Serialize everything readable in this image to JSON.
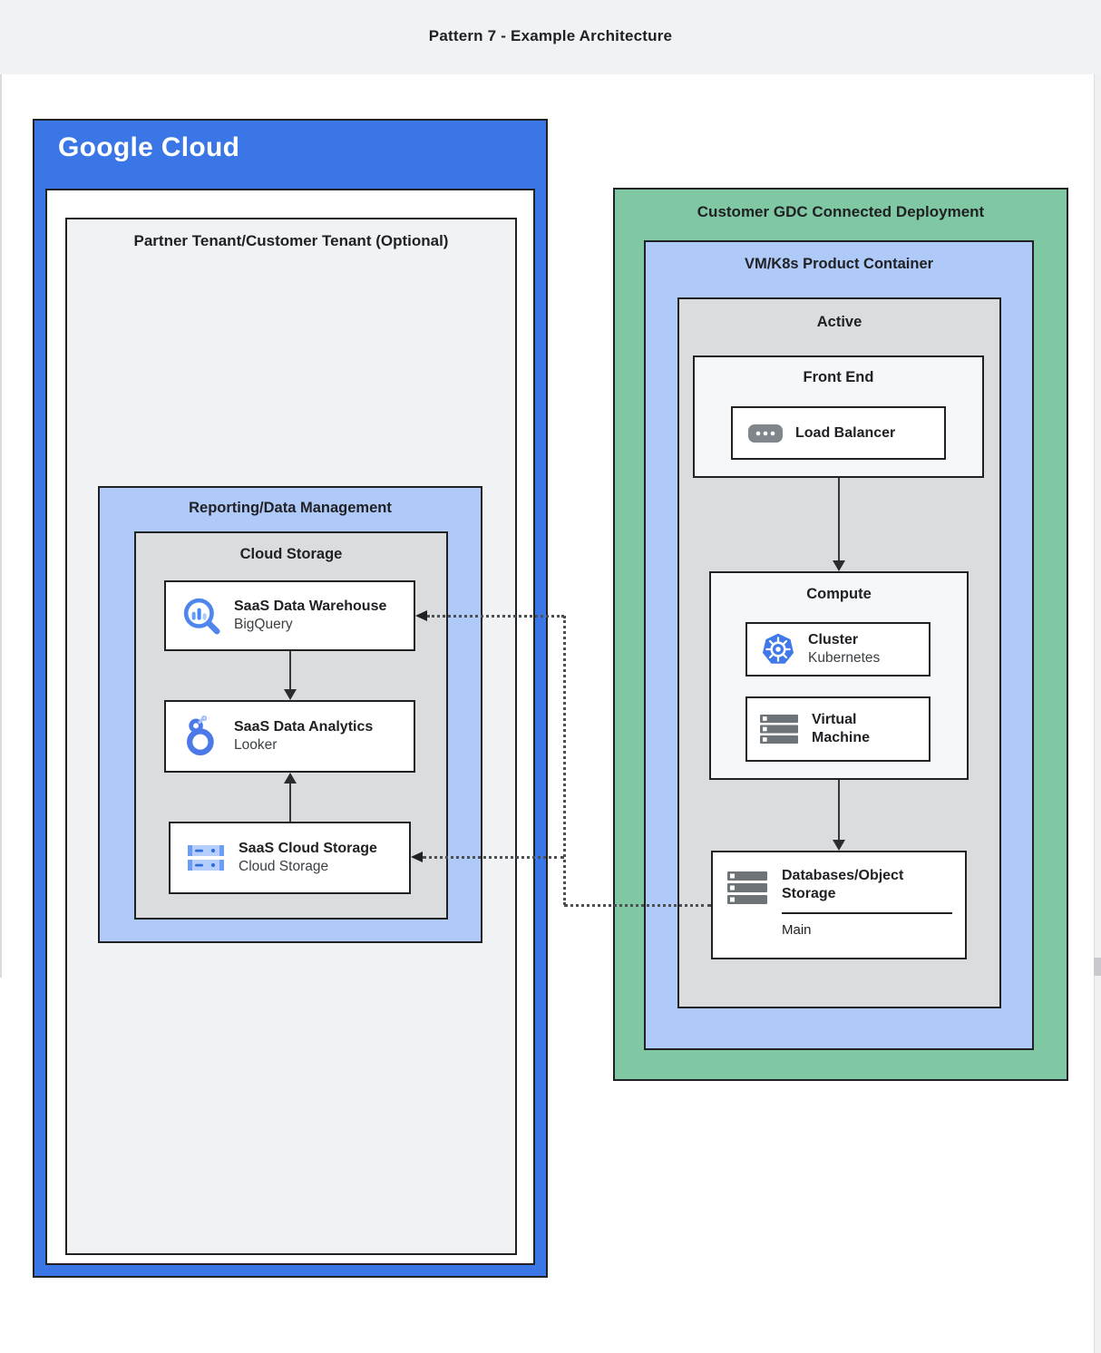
{
  "header": {
    "title": "Pattern 7 - Example Architecture"
  },
  "google_cloud": {
    "logo_text": "Google Cloud",
    "partner_tenant_title": "Partner Tenant/Customer Tenant (Optional)",
    "reporting_title": "Reporting/Data Management",
    "cloud_storage_title": "Cloud Storage",
    "warehouse": {
      "title": "SaaS Data Warehouse",
      "subtitle": "BigQuery"
    },
    "analytics": {
      "title": "SaaS Data Analytics",
      "subtitle": "Looker"
    },
    "saas_storage": {
      "title": "SaaS Cloud Storage",
      "subtitle": "Cloud Storage"
    }
  },
  "gdc": {
    "title": "Customer GDC Connected Deployment",
    "vmk8s_title": "VM/K8s Product Container",
    "active_title": "Active",
    "front_end": {
      "title": "Front End",
      "load_balancer_label": "Load Balancer"
    },
    "compute": {
      "title": "Compute",
      "cluster": {
        "title": "Cluster",
        "subtitle": "Kubernetes"
      },
      "vm": {
        "title": "Virtual Machine"
      }
    },
    "databases": {
      "title": "Databases/Object Storage",
      "caption": "Main"
    }
  },
  "icons": {
    "warehouse": "bigquery-icon",
    "analytics": "looker-icon",
    "saas_storage": "cloud-storage-icon",
    "load_balancer": "load-balancer-icon",
    "cluster": "kubernetes-icon",
    "vm": "virtual-machine-icon",
    "databases": "storage-servers-icon"
  },
  "colors": {
    "google_blue": "#3B76E6",
    "container_light_blue": "#AFC9F8",
    "container_green": "#7FC8A3",
    "zone_gray": "#DBDCDE",
    "panel_gray": "#F1F2F4",
    "border_dark": "#1F2123",
    "accent_blue": "#4285F4"
  }
}
